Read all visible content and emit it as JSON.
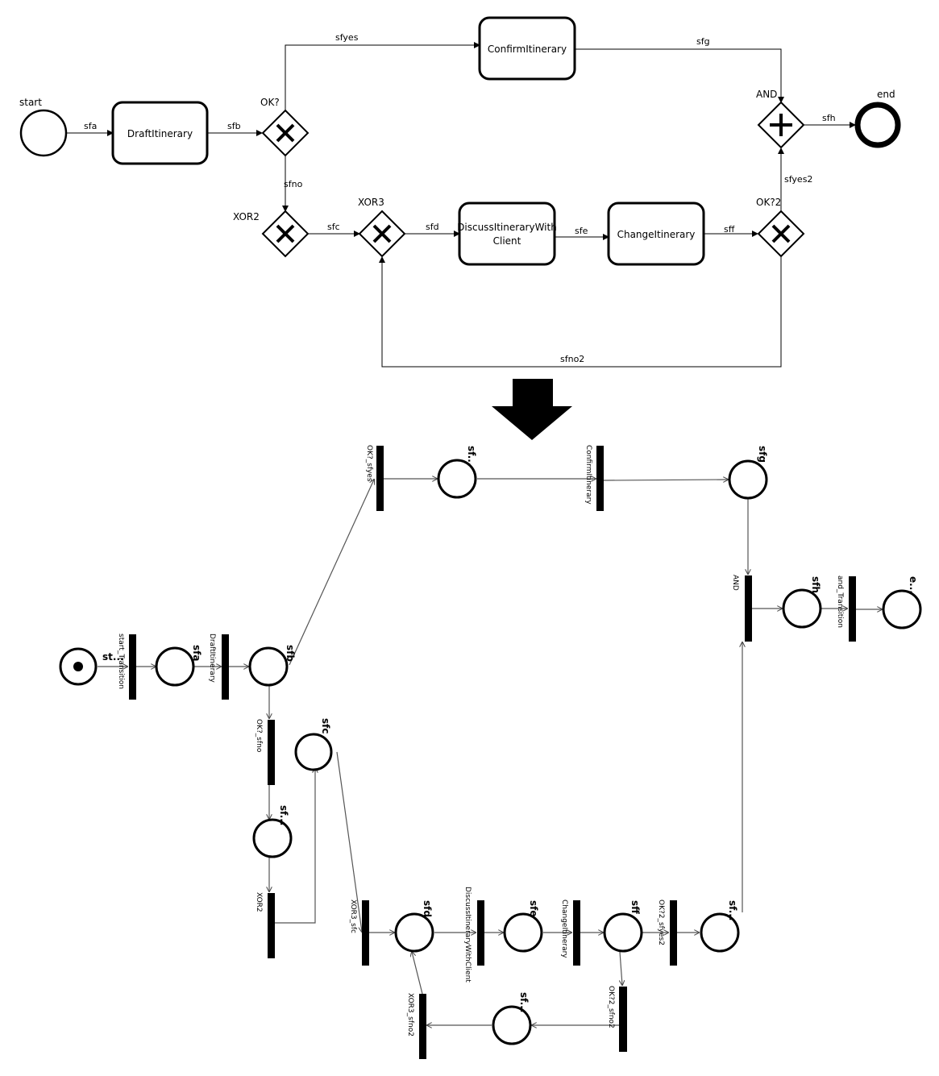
{
  "bpmn": {
    "events": {
      "start": "start",
      "end": "end"
    },
    "tasks": {
      "draft": "DraftItinerary",
      "confirm": "ConfirmItinerary",
      "discuss_line1": "DiscussItineraryWith",
      "discuss_line2": "Client",
      "change": "ChangeItinerary"
    },
    "gateways": {
      "ok": "OK?",
      "xor2": "XOR2",
      "xor3": "XOR3",
      "ok2": "OK?2",
      "and": "AND"
    },
    "flows": {
      "sfa": "sfa",
      "sfb": "sfb",
      "sfyes": "sfyes",
      "sfg": "sfg",
      "sfh": "sfh",
      "sfno": "sfno",
      "sfc": "sfc",
      "sfd": "sfd",
      "sfe": "sfe",
      "sff": "sff",
      "sfyes2": "sfyes2",
      "sfno2": "sfno2"
    }
  },
  "petri": {
    "places": {
      "start": "st...",
      "sfa": "sfa",
      "sfb": "sfb",
      "sfyes": "sf...",
      "sfg": "sfg",
      "sfh": "sfh",
      "end": "e...",
      "sfno": "sf...",
      "sfc": "sfc",
      "sfd": "sfd",
      "sfe": "sfe",
      "sff": "sff",
      "sfyes2": "sf...",
      "sfno2": "sf..."
    },
    "transitions": {
      "start": "start_Transition",
      "draft": "DraftItinerary",
      "ok_yes": "OK?_sfyes",
      "confirm": "ConfirmItinerary",
      "and": "AND",
      "and_t": "and_Transition",
      "ok_no": "OK?_sfno",
      "xor2": "XOR2",
      "xor3": "XOR3_sfc",
      "discuss": "DiscussItineraryWithClient",
      "change": "ChangeItinerary",
      "ok2_yes": "OK?2_sfyes2",
      "ok2_no": "OK?2_sfno2",
      "xor3_no2": "XOR3_sfno2"
    }
  }
}
